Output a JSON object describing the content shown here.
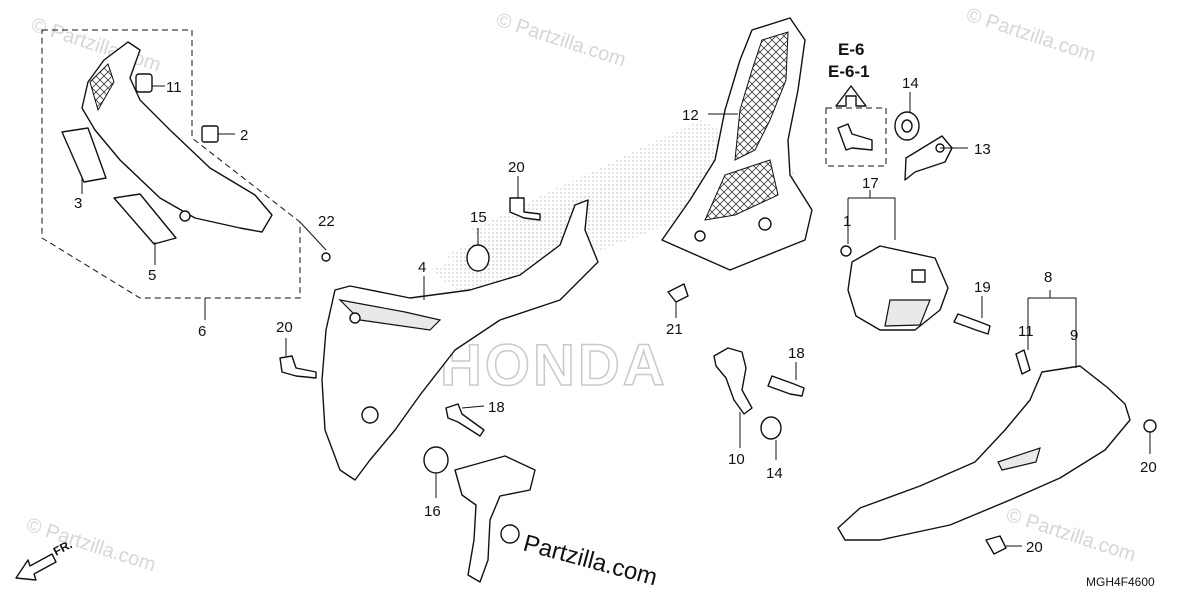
{
  "diagram": {
    "callouts": [
      "1",
      "2",
      "3",
      "4",
      "5",
      "6",
      "8",
      "9",
      "10",
      "11",
      "11",
      "12",
      "13",
      "14",
      "14",
      "15",
      "16",
      "17",
      "18",
      "18",
      "19",
      "20",
      "20",
      "20",
      "20",
      "21",
      "22"
    ],
    "reference": [
      "E-6",
      "E-6-1"
    ],
    "diagram_code": "MGH4F4600",
    "direction": "FR.",
    "watermark": "© Partzilla.com",
    "watermark_bottom": "Partzilla.com",
    "background_logo": "HONDA"
  }
}
